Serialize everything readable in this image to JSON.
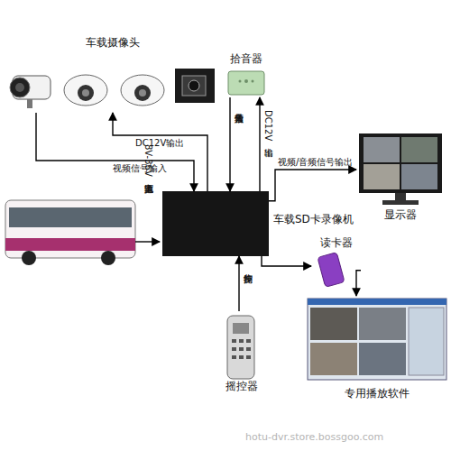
{
  "diagram": {
    "nodes": [
      {
        "text": [
          "车载摄像头"
        ]
      },
      {
        "text": [
          "拾音器"
        ]
      },
      {
        "text": [
          "显示器"
        ]
      },
      {
        "text": [
          "车载SD卡录像机"
        ]
      },
      {
        "text": [
          "读卡器"
        ]
      },
      {
        "text": [
          "摇控器"
        ]
      },
      {
        "text": [
          "专用播放软件"
        ]
      }
    ],
    "edges": [
      {
        "from": 3,
        "to": 0,
        "label": "DC12V输出",
        "arrow": "to"
      },
      {
        "from": 0,
        "to": 3,
        "label": "视频信号输入",
        "arrow": "to"
      },
      {
        "from": 1,
        "to": 3,
        "label": "音频信号输入",
        "arrow": "to"
      },
      {
        "from": 3,
        "to": 1,
        "label": "DC12V输出",
        "arrow": "to"
      },
      {
        "from": 3,
        "to": 2,
        "label": "视频/音频信号输出",
        "arrow": "to"
      },
      {
        "from": 3,
        "to": 4,
        "arrow": "to"
      },
      {
        "from": 4,
        "to": 6,
        "arrow": "to"
      },
      {
        "from": 5,
        "to": 3,
        "label": "操作控制",
        "arrow": "to"
      }
    ],
    "labels": [
      "8V-36V宽电源输入",
      "hotu-dvr.store.bossgoo.com"
    ]
  }
}
